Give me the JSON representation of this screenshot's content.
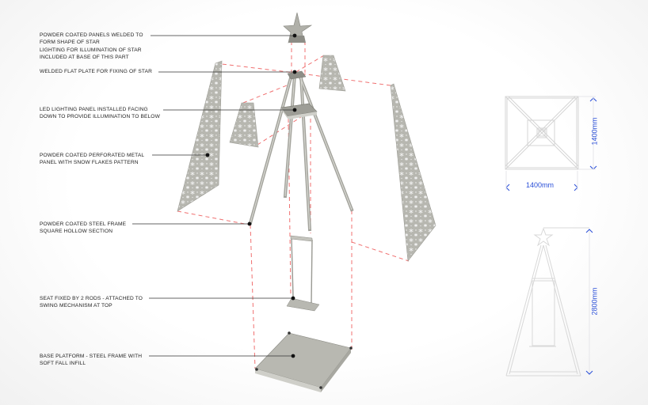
{
  "callouts": [
    {
      "lines": [
        "POWDER COATED PANELS WELDED TO",
        "FORM SHAPE OF STAR",
        "LIGHTING FOR ILLUMINATION OF STAR",
        "INCLUDED AT BASE OF THIS PART"
      ]
    },
    {
      "lines": [
        "WELDED FLAT PLATE FOR FIXING OF STAR"
      ]
    },
    {
      "lines": [
        "LED LIGHTING PANEL INSTALLED FACING",
        "DOWN TO PROVIDE ILLUMINATION TO BELOW"
      ]
    },
    {
      "lines": [
        "POWDER COATED PERFORATED METAL",
        "PANEL WITH SNOW FLAKES PATTERN"
      ]
    },
    {
      "lines": [
        "POWDER COATED STEEL FRAME",
        "SQUARE HOLLOW SECTION"
      ]
    },
    {
      "lines": [
        "SEAT FIXED BY 2 RODS - ATTACHED TO",
        "SWING MECHANISM AT TOP"
      ]
    },
    {
      "lines": [
        "BASE PLATFORM - STEEL FRAME WITH",
        "SOFT FALL INFILL"
      ]
    }
  ],
  "dimensions": {
    "plan_width": "1400mm",
    "plan_depth": "1400mm",
    "elevation_height": "2800mm"
  },
  "colors": {
    "dimension": "#2a4fd8",
    "explode_line": "#f07070",
    "panel": "#b9b9b2",
    "leader": "#333333"
  }
}
